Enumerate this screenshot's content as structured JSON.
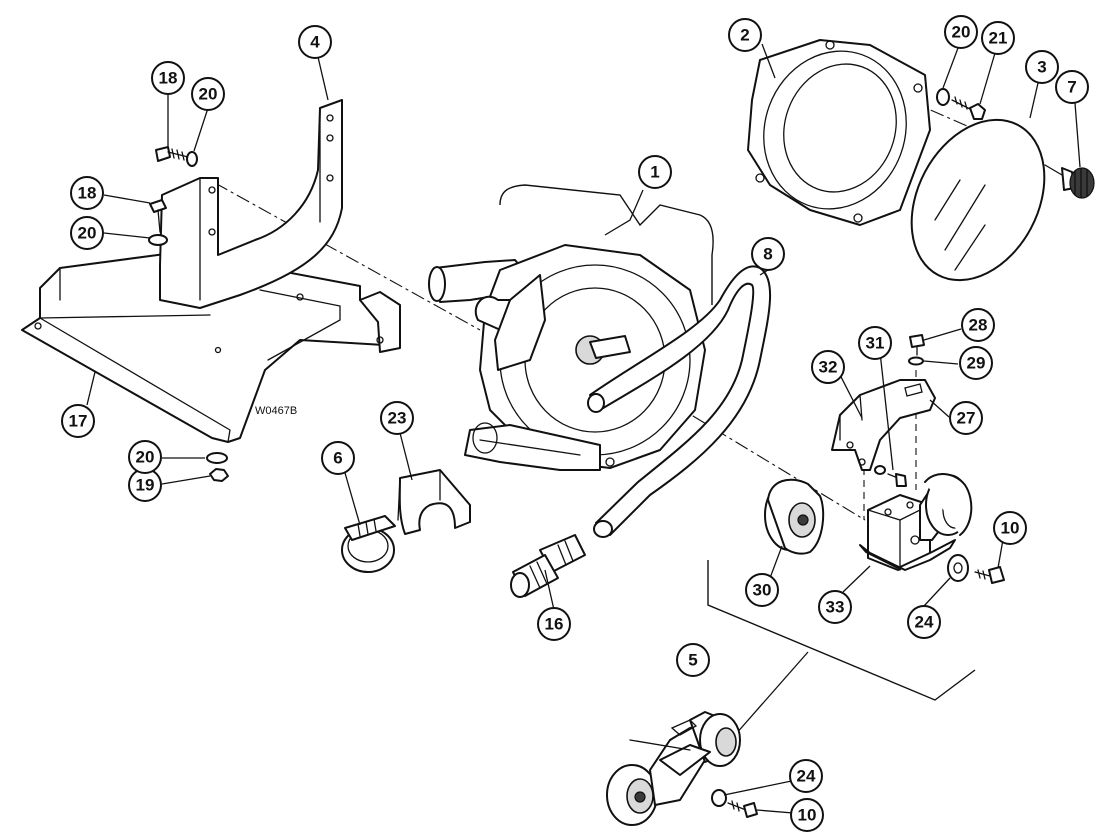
{
  "figure_code": "W0467B",
  "callouts": [
    {
      "id": "c1",
      "label": "1"
    },
    {
      "id": "c2",
      "label": "2"
    },
    {
      "id": "c3",
      "label": "3"
    },
    {
      "id": "c4",
      "label": "4"
    },
    {
      "id": "c5",
      "label": "5"
    },
    {
      "id": "c6",
      "label": "6"
    },
    {
      "id": "c7",
      "label": "7"
    },
    {
      "id": "c8",
      "label": "8"
    },
    {
      "id": "c10a",
      "label": "10"
    },
    {
      "id": "c10b",
      "label": "10"
    },
    {
      "id": "c16",
      "label": "16"
    },
    {
      "id": "c17",
      "label": "17"
    },
    {
      "id": "c18a",
      "label": "18"
    },
    {
      "id": "c18b",
      "label": "18"
    },
    {
      "id": "c19",
      "label": "19"
    },
    {
      "id": "c20a",
      "label": "20"
    },
    {
      "id": "c20b",
      "label": "20"
    },
    {
      "id": "c20c",
      "label": "20"
    },
    {
      "id": "c20d",
      "label": "20"
    },
    {
      "id": "c21",
      "label": "21"
    },
    {
      "id": "c23",
      "label": "23"
    },
    {
      "id": "c24a",
      "label": "24"
    },
    {
      "id": "c24b",
      "label": "24"
    },
    {
      "id": "c27",
      "label": "27"
    },
    {
      "id": "c28",
      "label": "28"
    },
    {
      "id": "c29",
      "label": "29"
    },
    {
      "id": "c30",
      "label": "30"
    },
    {
      "id": "c31",
      "label": "31"
    },
    {
      "id": "c32",
      "label": "32"
    },
    {
      "id": "c33",
      "label": "33"
    }
  ]
}
